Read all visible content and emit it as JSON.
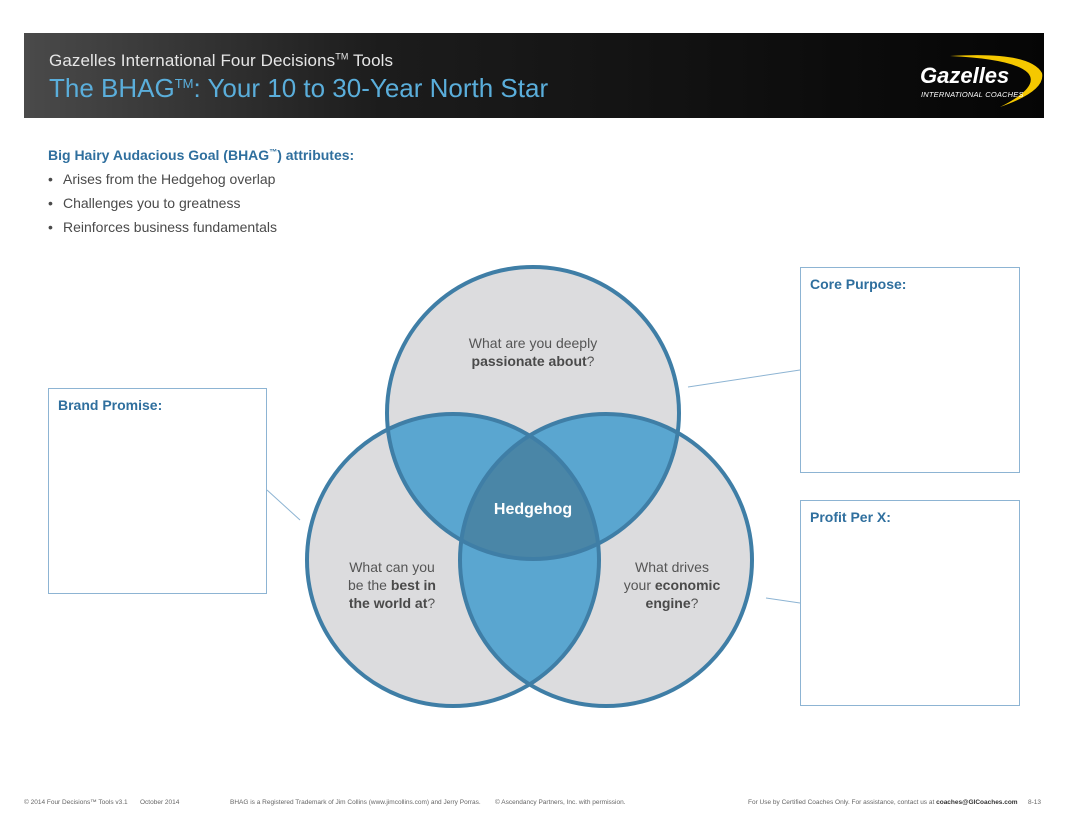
{
  "header": {
    "subtitle_prefix": "Gazelles International Four Decisions",
    "subtitle_tm": "TM",
    "subtitle_suffix": " Tools",
    "title_prefix": "The BHAG",
    "title_tm": "TM",
    "title_suffix": ": Your 10 to 30-Year North Star",
    "logo_name": "Gazelles",
    "logo_sub": "INTERNATIONAL COACHES"
  },
  "attributes": {
    "heading_prefix": "Big Hairy Audacious Goal (BHAG",
    "heading_tm": "™",
    "heading_suffix": ") attributes:",
    "bullet": "•",
    "items": [
      "Arises from the Hedgehog overlap",
      "Challenges you to greatness",
      "Reinforces business fundamentals"
    ]
  },
  "boxes": {
    "core_purpose": "Core Purpose:",
    "brand_promise": "Brand Promise:",
    "profit_per_x": "Profit Per X:"
  },
  "venn": {
    "top_line1": "What are you deeply",
    "top_bold": "passionate about",
    "top_end": "?",
    "left_line1": "What can you",
    "left_line2_prefix": "be the ",
    "left_line2_bold": "best in",
    "left_line3_bold": "the world at",
    "left_end": "?",
    "right_line1": "What drives",
    "right_line2_prefix": "your ",
    "right_line2_bold": "economic",
    "right_line3_bold": "engine",
    "right_end": "?",
    "center": "Hedgehog"
  },
  "colors": {
    "circle_fill": "#dcdcde",
    "circle_stroke": "#3f7ea6",
    "overlap": "#5aa6d0",
    "center": "#4a86a7",
    "accent": "#2f6f9e",
    "logo_swoosh": "#f5c800"
  },
  "footer": {
    "version": "© 2014 Four Decisions™ Tools v3.1",
    "date": "October 2014",
    "trademark": "BHAG is a Registered Trademark of Jim Collins (www.jimcollins.com) and Jerry Porras.",
    "copyright": "© Ascendancy Partners, Inc. with permission.",
    "use_note": "For Use by Certified Coaches Only. For assistance, contact us at",
    "email": "coaches@GICoaches.com",
    "page": "8-13"
  }
}
